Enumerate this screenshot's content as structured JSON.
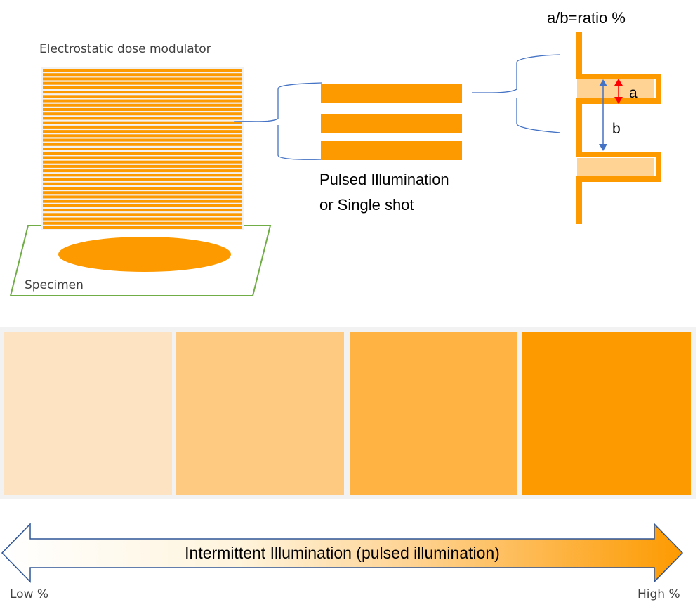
{
  "top_diagram": {
    "modulator_label": "Electrostatic dose modulator",
    "specimen_label": "Specimen",
    "pulse_label_line1": "Pulsed Illumination",
    "pulse_label_line2": "or Single shot",
    "ratio_label": "a/b=ratio %",
    "a_label": "a",
    "b_label": "b",
    "stripe_count": 37
  },
  "swatches": [
    {
      "level": "lowest",
      "color": "#fde3c1"
    },
    {
      "level": "low",
      "color": "#fec981"
    },
    {
      "level": "high",
      "color": "#feb343"
    },
    {
      "level": "highest",
      "color": "#fd9a00"
    }
  ],
  "scale_arrow": {
    "label": "Intermittent Illumination (pulsed illumination)",
    "low_label": "Low %",
    "high_label": "High %"
  },
  "colors": {
    "orange": "#fd9a00",
    "light_orange": "#fed393",
    "bracket_blue": "#4472c4",
    "specimen_green": "#70ad47",
    "arrow_outline": "#2f5597",
    "a_arrow_red": "#ff0000"
  }
}
